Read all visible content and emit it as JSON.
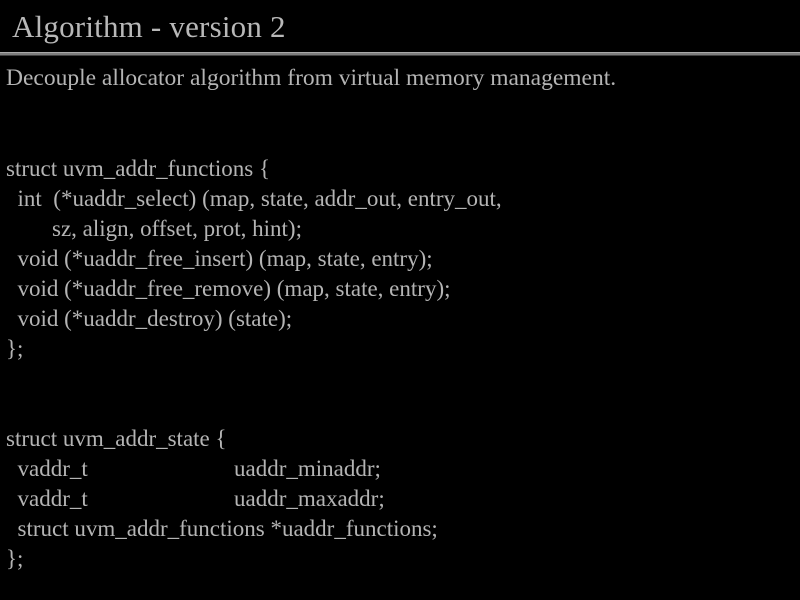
{
  "slide": {
    "title": "Algorithm - version 2",
    "colors": {
      "background": "#000000",
      "text": "#b4b4b4",
      "title": "#b8b8b8",
      "rule": "#7d7d7d",
      "rule_highlight": "#a8a8a8",
      "rule_shadow": "#404040"
    },
    "intro": "Decouple allocator algorithm from virtual memory management.",
    "code_lines": [
      "struct uvm_addr_functions {",
      "  int  (*uaddr_select) (map, state, addr_out, entry_out,",
      "        sz, align, offset, prot, hint);",
      "  void (*uaddr_free_insert) (map, state, entry);",
      "  void (*uaddr_free_remove) (map, state, entry);",
      "  void (*uaddr_destroy) (state);",
      "};"
    ],
    "code_lines_2": [
      "struct uvm_addr_state {",
      "  vaddr_t",
      "  vaddr_t",
      "  struct uvm_addr_functions *uaddr_functions;",
      "};"
    ],
    "struct_state_fields": [
      {
        "type": "  vaddr_t",
        "name": "uaddr_minaddr;"
      },
      {
        "type": "  vaddr_t",
        "name": "uaddr_maxaddr;"
      }
    ],
    "struct_state_open": "struct uvm_addr_state {",
    "struct_state_ptr": "  struct uvm_addr_functions *uaddr_functions;",
    "struct_close": "};"
  }
}
